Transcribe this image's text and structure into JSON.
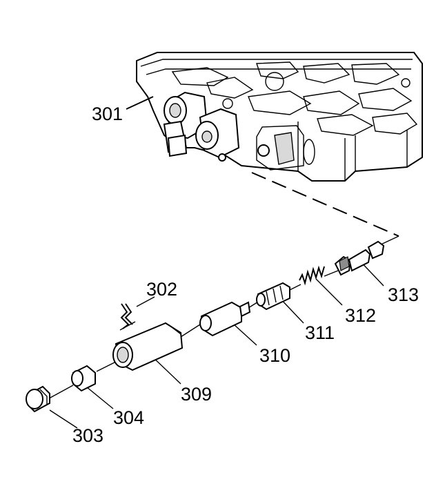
{
  "callouts": {
    "c301": "301",
    "c302": "302",
    "c303": "303",
    "c304": "304",
    "c309": "309",
    "c310": "310",
    "c311": "311",
    "c312": "312",
    "c313": "313"
  }
}
